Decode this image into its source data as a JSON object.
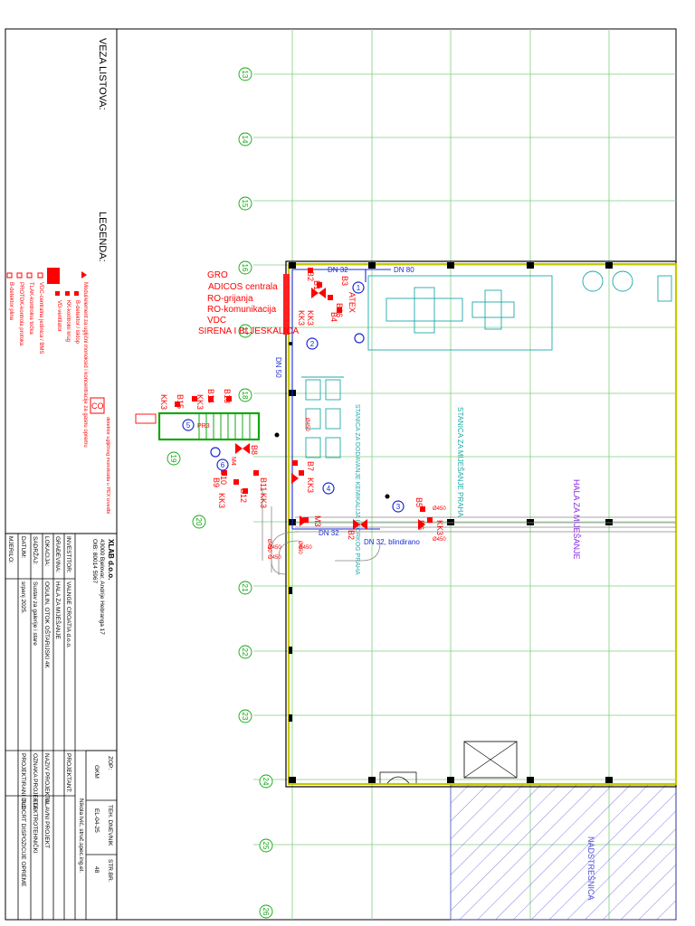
{
  "side_panel": {
    "veza_title": "VEZA LISTOVA:",
    "legend_title": "LEGENDA:",
    "legend_items": [
      "Modul/element za ugljični monoksid i koncentracije za gasnu opremu",
      "B-detektor / isklop",
      "KK-kontrolni krug",
      "VD-ventilator",
      "VDC-centralna jedinica / BMS",
      "TLAK-kontrolna točka",
      "PROTOK-kontrola protoka",
      "B-detektor plina"
    ],
    "co_box": "CO",
    "co_text": "detektor ugljičnog monoksida u PEX izvedbi"
  },
  "title_block": {
    "company": "XLAB d.o.o.",
    "address": "43000 Bjelovar, Andrije Hebranga 17",
    "oib": "OIB: 80014 5967",
    "zop_label": "ZOP:",
    "zop_value": "GKM",
    "dnevnik_label": "TEH. DNEVNIK",
    "dnevnik_value": "EL-04-25",
    "str_label": "STR.BR.",
    "str_value": "48",
    "rows": [
      {
        "label": "INVESTITOR:",
        "value": "VALNGE CROATIA d.o.o."
      },
      {
        "label": "GRAĐEVINA:",
        "value": "HALA ZA MIJEŠANJE"
      },
      {
        "label": "LOKACIJA:",
        "value": "OGULIN, OTOK OŠTARIJSKI 4K"
      },
      {
        "label": "SADRŽAJ:",
        "value": "Sustav za galerije i stare"
      },
      {
        "label": "DATUM:",
        "value": "srpanj 2025."
      },
      {
        "label": "MJERILO:",
        "value": ""
      }
    ],
    "rows_right": [
      {
        "label": "PROJEKTANT:",
        "value": "Nikola Ivić, struč.spec.ing.el."
      },
      {
        "label": "NAZIV PROJEKTA:",
        "value": "GLAVNI PROJEKT"
      },
      {
        "label": "OZNAKA PROJEKTA:",
        "value": "ELEKTROTEHNIČKI"
      },
      {
        "label": "PROJEKTIRANI DIO:",
        "value": "TLOCRT DISPOZICIJE OPREME"
      }
    ]
  },
  "grid_axes": [
    "13",
    "14",
    "15",
    "16",
    "17",
    "18",
    "19",
    "20",
    "21",
    "22",
    "23",
    "24",
    "25",
    "26"
  ],
  "red_labels": [
    "GRO",
    "ADICOS centrala",
    "RO-grijanja",
    "RO-komunikacija",
    "VDC",
    "SIRENA I BLJESKALICA"
  ],
  "pipes": {
    "dn80": "DN 80",
    "dn50": "DN 50",
    "dn32_top": "DN 32",
    "dn32": "DN 32",
    "dn32_blind": "DN 32, blindirano",
    "dia450": "Ø450"
  },
  "zones": {
    "stanica_praha": "STANICA ZA MIJEŠANJE PRAHA",
    "stanica_kem": "STANICA ZA DODAVANJE KEMIKALIJA I ĐORKOG PRAHA",
    "hala": "HALA ZA MIJEŠANJE",
    "nadstresnica": "NADSTREŠNICA"
  },
  "device_tags": [
    "B1",
    "B2",
    "B3",
    "B4",
    "B5",
    "B6",
    "B7",
    "B8",
    "B9",
    "B10",
    "B11",
    "B12",
    "B13",
    "B14",
    "B15",
    "B16",
    "KK3",
    "ATEX",
    "PR3",
    "M3",
    "M4"
  ],
  "circle_numbers": [
    "1",
    "2",
    "3",
    "4",
    "5",
    "6"
  ],
  "colors": {
    "red": "#ff0000",
    "blue": "#1a2bd4",
    "teal": "#1fa8a8",
    "green": "#0fa80f",
    "purple": "#8a2be2",
    "wall": "#d9d900"
  }
}
